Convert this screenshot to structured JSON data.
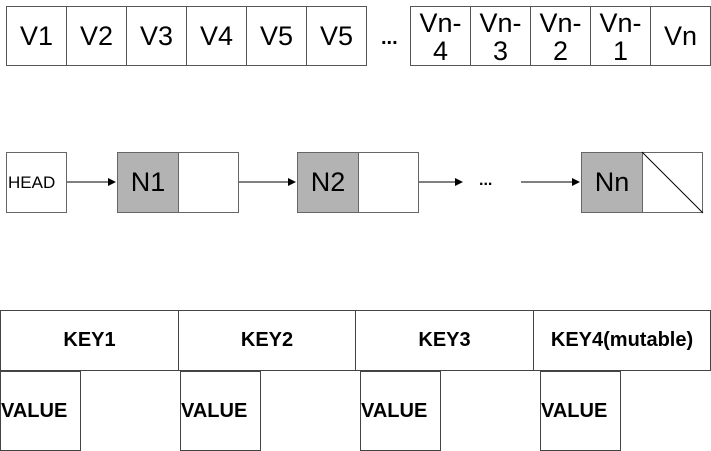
{
  "array": {
    "cells": [
      "V1",
      "V2",
      "V3",
      "V4",
      "V5",
      "V5"
    ],
    "ellipsis": "...",
    "tail_cells": [
      {
        "line1": "Vn-",
        "line2": "4"
      },
      {
        "line1": "Vn-",
        "line2": "3"
      },
      {
        "line1": "Vn-",
        "line2": "2"
      },
      {
        "line1": "Vn-",
        "line2": "1"
      },
      {
        "line1": "Vn",
        "line2": ""
      }
    ]
  },
  "linked_list": {
    "head": "HEAD",
    "nodes": [
      "N1",
      "N2"
    ],
    "ellipsis": "...",
    "last_node": "Nn"
  },
  "map": {
    "entries": [
      {
        "key": "KEY1",
        "value": "VALUE"
      },
      {
        "key": "KEY2",
        "value": "VALUE"
      },
      {
        "key": "KEY3",
        "value": "VALUE"
      },
      {
        "key": "KEY4(mutable)",
        "value": "VALUE"
      }
    ]
  }
}
